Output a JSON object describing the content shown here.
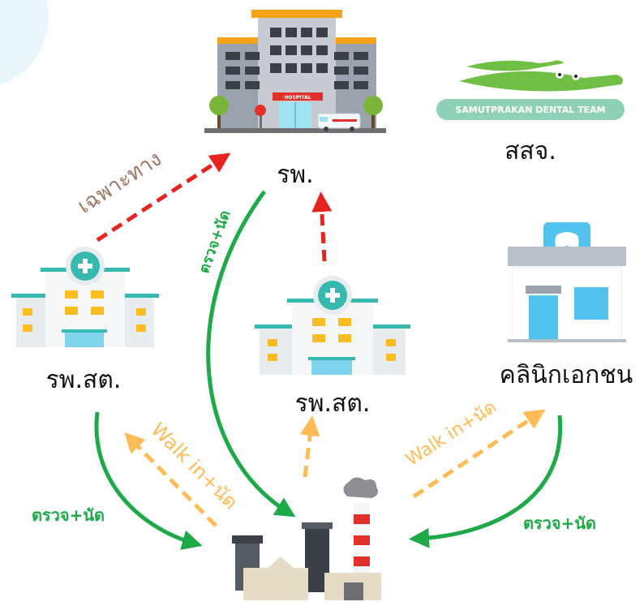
{
  "nodes": {
    "hospital_label": "รพ.",
    "hospital_sign": "HOSPITAL",
    "rpst_left_label": "รพ.สต.",
    "rpst_mid_label": "รพ.สต.",
    "clinic_label": "คลินิกเอกชน",
    "dental_team_logo_text": "SAMUTPRAKAN DENTAL TEAM",
    "dental_team_label": "สสจ."
  },
  "edges": {
    "left_to_hospital": "เฉพาะทาง",
    "hospital_to_factory": "ตรวจ+นัด",
    "left_to_factory": "ตรวจ+นัด",
    "factory_to_left": "Walk in+นัด",
    "factory_to_clinic": "Walk in+นัด",
    "clinic_to_factory": "ตรวจ+นัด"
  },
  "colors": {
    "green": "#1faa4a",
    "orange": "#ffbb55",
    "red": "#e8231f",
    "brown_label": "#9b7763",
    "bg_circle": "#e8f5fb"
  }
}
